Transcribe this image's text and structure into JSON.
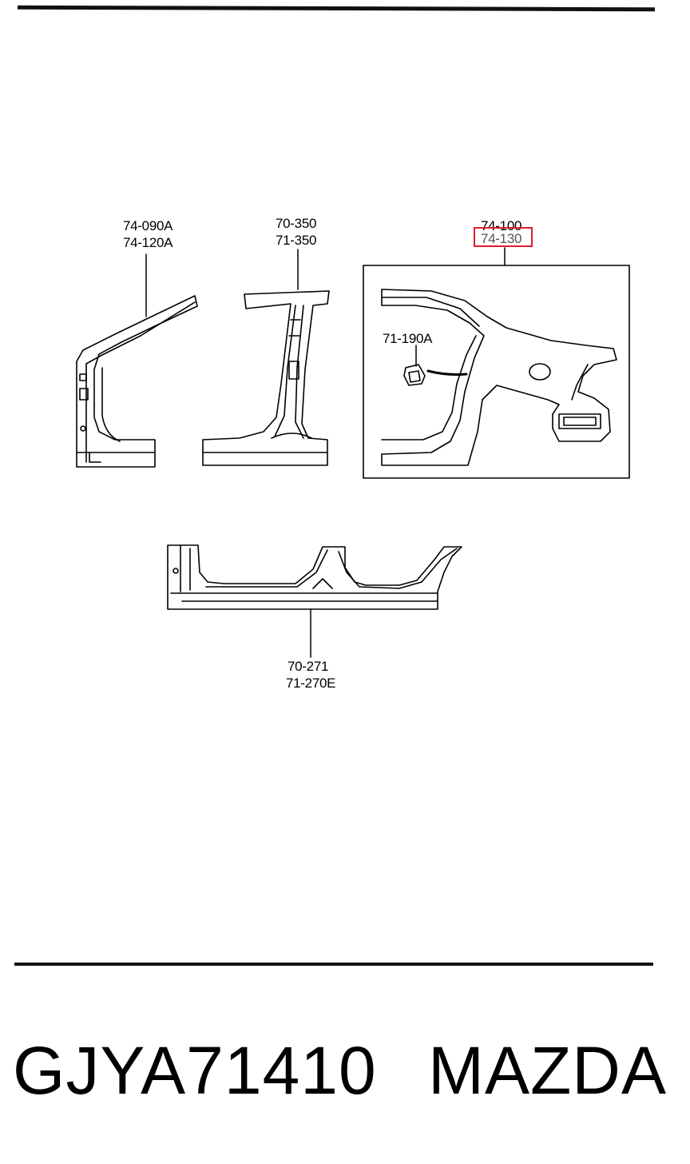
{
  "labels": {
    "a_pillar_1": "74-090A",
    "a_pillar_2": "74-120A",
    "b_pillar_1": "70-350",
    "b_pillar_2": "71-350",
    "quarter_1": "74-100",
    "quarter_2": "74-130",
    "fuel_lid": "71-190A",
    "sill_1": "70-271",
    "sill_2": "71-270E"
  },
  "footer": {
    "part_number": "GJYA71410",
    "brand": "MAZDA"
  },
  "colors": {
    "highlight": "#d91f2a",
    "line": "#000000"
  }
}
